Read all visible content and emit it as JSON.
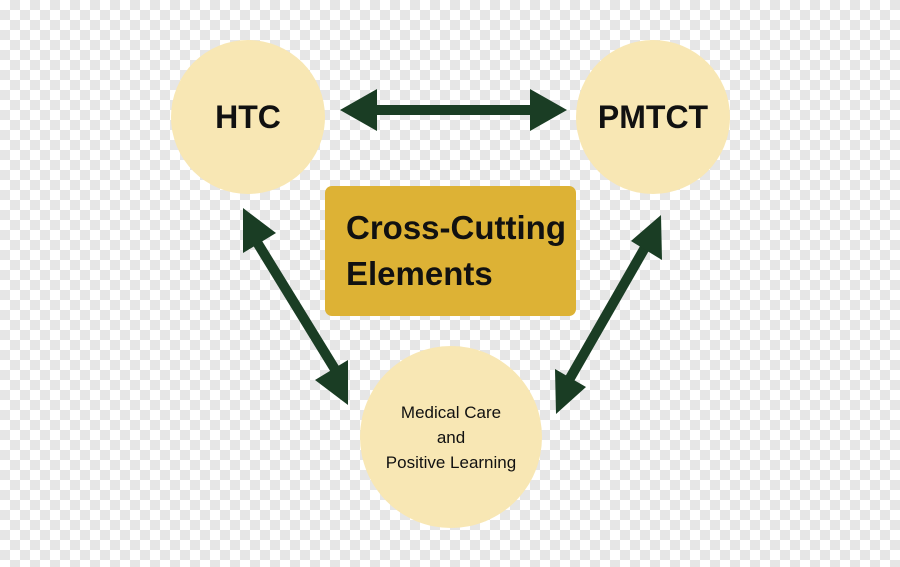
{
  "diagram": {
    "nodes": {
      "htc": "HTC",
      "pmtct": "PMTCT",
      "medical_care": [
        "Medical Care",
        "and",
        "Positive Learning"
      ]
    },
    "center": {
      "lines": [
        "Cross-Cutting",
        "Elements"
      ]
    },
    "colors": {
      "node_fill": "#f8e7b4",
      "center_fill": "#ddb235",
      "arrow": "#1a3d24",
      "text": "#111111"
    },
    "connections": [
      {
        "from": "HTC",
        "to": "PMTCT",
        "bidirectional": true
      },
      {
        "from": "HTC",
        "to": "Medical Care and Positive Learning",
        "bidirectional": true
      },
      {
        "from": "PMTCT",
        "to": "Medical Care and Positive Learning",
        "bidirectional": true
      }
    ]
  }
}
